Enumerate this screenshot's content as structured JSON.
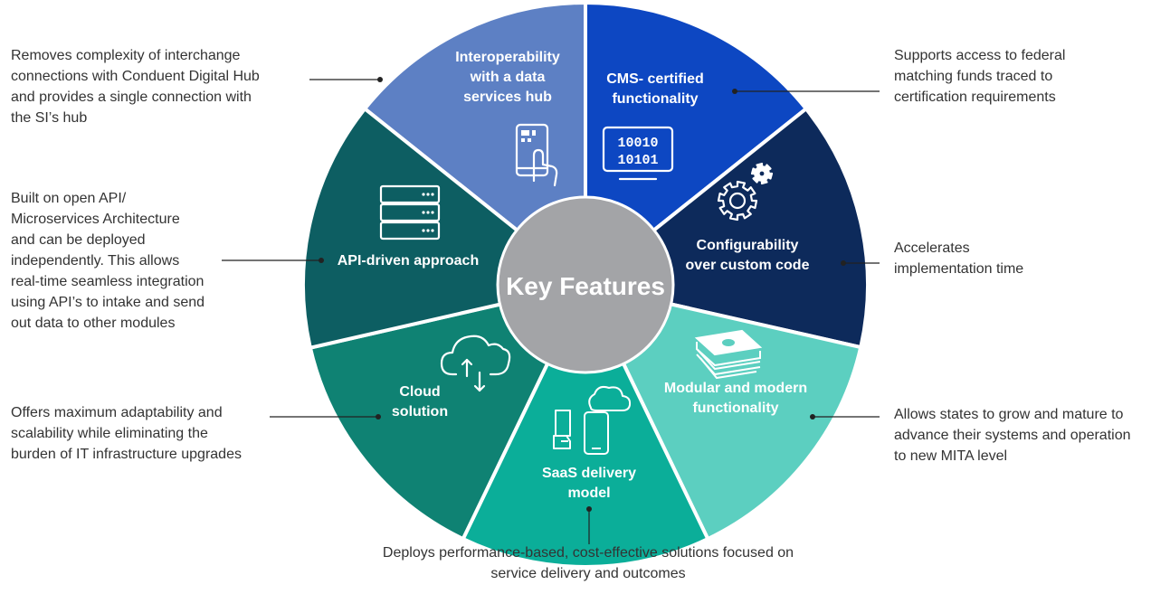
{
  "center": {
    "label": "Key Features",
    "color": "#a3a4a7"
  },
  "segments": [
    {
      "id": "interoperability",
      "color": "#5d80c4",
      "icon": "tablet-touch-icon",
      "label_lines": [
        "Interoperability",
        "with a data",
        "services hub"
      ],
      "description_lines": [
        "Removes complexity of interchange",
        "connections with Conduent Digital Hub",
        "and provides a single connection with",
        "the SI’s hub"
      ]
    },
    {
      "id": "cms",
      "color": "#0d47c2",
      "icon": "binary-monitor-icon",
      "label_lines": [
        "CMS- certified",
        "functionality"
      ],
      "icon_text_lines": [
        "10010",
        "10101"
      ],
      "description_lines": [
        "Supports access to federal",
        "matching funds traced to",
        "certification requirements"
      ]
    },
    {
      "id": "configurability",
      "color": "#0d2a5b",
      "icon": "gears-icon",
      "label_lines": [
        "Configurability",
        "over custom code"
      ],
      "description_lines": [
        "Accelerates",
        "implementation time"
      ]
    },
    {
      "id": "modular",
      "color": "#5ccfc0",
      "icon": "money-stack-icon",
      "label_lines": [
        "Modular and modern",
        "functionality"
      ],
      "description_lines": [
        "Allows states to grow and mature to",
        "advance their systems and operation",
        "to new MITA level"
      ]
    },
    {
      "id": "saas",
      "color": "#0bae99",
      "icon": "devices-cloud-icon",
      "label_lines": [
        "SaaS delivery",
        "model"
      ],
      "description_lines": [
        "Deploys performance-based, cost-effective solutions focused on",
        "service delivery and outcomes"
      ]
    },
    {
      "id": "cloud",
      "color": "#0f8273",
      "icon": "cloud-upload-icon",
      "label_lines": [
        "Cloud",
        "solution"
      ],
      "description_lines": [
        "Offers maximum adaptability and",
        "scalability while eliminating the",
        "burden of IT infrastructure upgrades"
      ]
    },
    {
      "id": "api",
      "color": "#0d5e62",
      "icon": "server-icon",
      "label_lines": [
        "API-driven approach"
      ],
      "description_lines": [
        "Built on open API/",
        "Microservices Architecture",
        "and can be deployed",
        "independently. This allows",
        "real-time seamless integration",
        "using API’s to intake and send",
        "out data to other modules"
      ]
    }
  ]
}
